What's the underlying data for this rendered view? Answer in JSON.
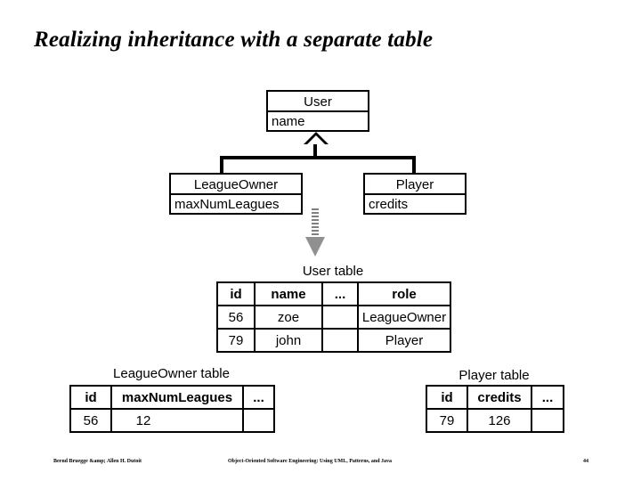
{
  "title": "Realizing inheritance with a separate table",
  "uml": {
    "classes": [
      {
        "name": "User",
        "attribute": "name"
      },
      {
        "name": "LeagueOwner",
        "attribute": "maxNumLeagues"
      },
      {
        "name": "Player",
        "attribute": "credits"
      }
    ],
    "generalization_icon": "hollow-triangle-inheritance-arrow",
    "realization_icon": "gray-dashed-down-arrow"
  },
  "tables": {
    "user": {
      "title": "User table",
      "columns": [
        "id",
        "name",
        "...",
        "role"
      ],
      "rows": [
        [
          "56",
          "zoe",
          "",
          "LeagueOwner"
        ],
        [
          "79",
          "john",
          "",
          "Player"
        ]
      ]
    },
    "league_owner": {
      "title": "LeagueOwner table",
      "columns": [
        "id",
        "maxNumLeagues",
        "..."
      ],
      "rows": [
        [
          "56",
          "12",
          ""
        ]
      ]
    },
    "player": {
      "title": "Player table",
      "columns": [
        "id",
        "credits",
        "..."
      ],
      "rows": [
        [
          "79",
          "126",
          ""
        ]
      ]
    }
  },
  "footer": {
    "authors": "Bernd Bruegge &amp; Allen H. Dutoit",
    "book": "Object-Oriented Software Engineering: Using UML, Patterns, and Java",
    "page": "44"
  },
  "colors": {
    "ink": "#000000",
    "background": "#ffffff",
    "realization_arrow": "#909090"
  }
}
